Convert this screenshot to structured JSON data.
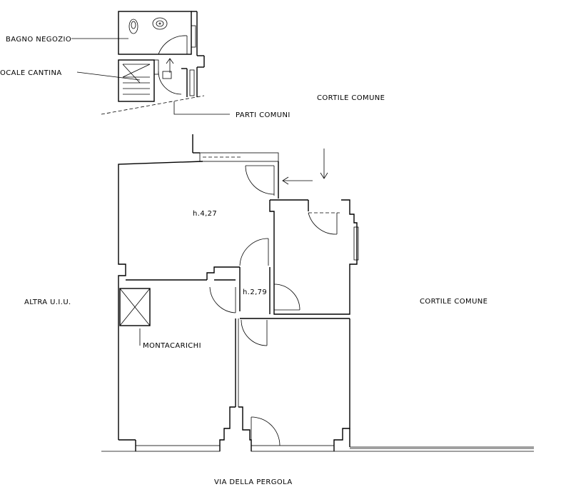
{
  "labels": {
    "bagno_negozio": "BAGNO NEGOZIO",
    "locale_cantina": "OCALE CANTINA",
    "parti_comuni": "PARTI COMUNI",
    "cortile_comune_top": "CORTILE COMUNE",
    "cortile_comune_right": "CORTILE COMUNE",
    "altra_uiu": "ALTRA U.I.U.",
    "montacarichi": "MONTACARICHI",
    "via_della_pergola": "VIA DELLA PERGOLA",
    "height_main": "h.4,27",
    "height_small": "h.2,79"
  }
}
